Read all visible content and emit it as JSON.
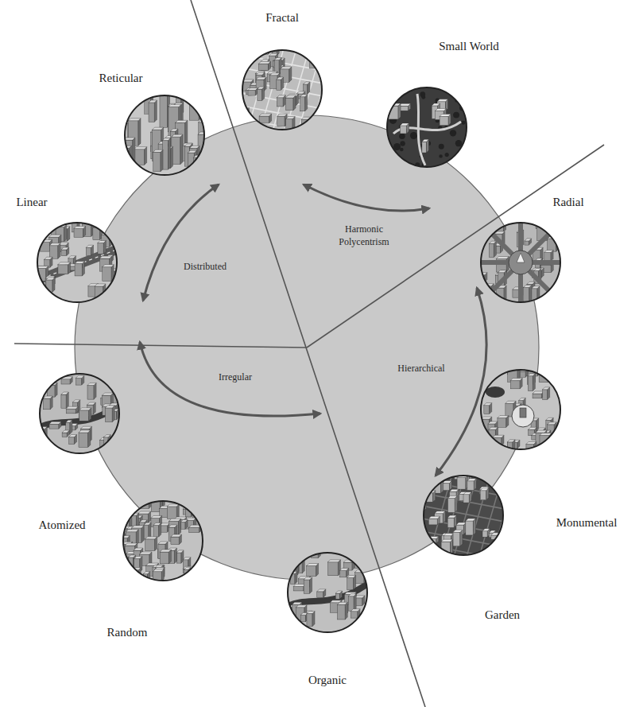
{
  "diagram": {
    "nodes": [
      {
        "text": [
          "Fractal"
        ]
      },
      {
        "text": [
          "Small World"
        ]
      },
      {
        "text": [
          "Radial"
        ]
      },
      {
        "text": [
          "Monumental"
        ]
      },
      {
        "text": [
          "Garden"
        ]
      },
      {
        "text": [
          "Organic"
        ]
      },
      {
        "text": [
          "Random"
        ]
      },
      {
        "text": [
          "Atomized"
        ]
      },
      {
        "text": [
          "Linear"
        ]
      },
      {
        "text": [
          "Reticular"
        ]
      }
    ],
    "labels": [
      "Harmonic Polycentrism",
      "Distributed",
      "Hierarchical",
      "Irregular"
    ]
  }
}
